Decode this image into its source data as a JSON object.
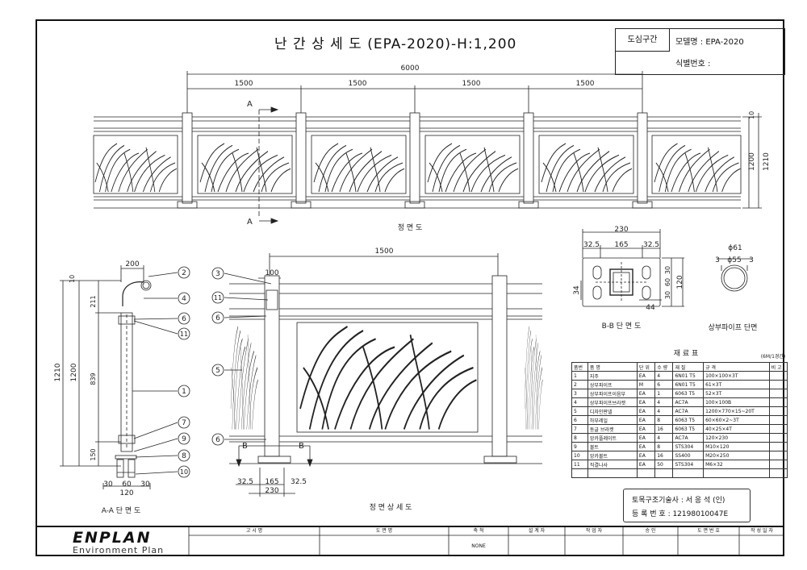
{
  "title": "난 간 상 세 도 (EPA-2020)-H:1,200",
  "info": {
    "section_label": "도심구간",
    "model": "모델명 : EPA-2020",
    "ident": "식별번호 :"
  },
  "front_view": {
    "total": "6000",
    "spans": [
      "1500",
      "1500",
      "1500",
      "1500"
    ],
    "height_top": "10",
    "height_1200": "1200",
    "height_1210": "1210",
    "cut_a": "A",
    "caption": "정 면 도"
  },
  "section_aa": {
    "dim_200": "200",
    "dim_10": "10",
    "dim_211": "211",
    "dim_839": "839",
    "dim_150": "150",
    "dim_1200": "1200",
    "dim_1210": "1210",
    "bottom": [
      "30",
      "60",
      "30"
    ],
    "bottom_total": "120",
    "caption": "A-A 단 면 도",
    "callouts": [
      "2",
      "4",
      "6",
      "11",
      "1",
      "7",
      "9",
      "8",
      "10"
    ]
  },
  "front_detail": {
    "dim_1500": "1500",
    "dim_100": "100",
    "callouts": [
      "3",
      "11",
      "6",
      "5",
      "6"
    ],
    "cut_b": "B",
    "bottom": [
      "32.5",
      "165",
      "32.5"
    ],
    "bottom_total": "230",
    "caption": "정 면 상 세 도"
  },
  "section_bb": {
    "top_total": "230",
    "top": [
      "32.5",
      "165",
      "32.5"
    ],
    "right": [
      "30",
      "60",
      "30"
    ],
    "right_total": "120",
    "left": "34",
    "bottom": "44",
    "caption": "B-B 단 면 도"
  },
  "pipe": {
    "outer": "ϕ61",
    "inner": "ϕ55",
    "wall_l": "3",
    "wall_r": "3",
    "caption": "상부파이프 단면"
  },
  "materials": {
    "title": "재 료 표",
    "unit_note": "(6M/1경간)",
    "headers": [
      "품번",
      "품 명",
      "단 위",
      "수 량",
      "재 질",
      "규 격",
      "비 고"
    ],
    "rows": [
      [
        "1",
        "지주",
        "EA",
        "4",
        "6N01 T5",
        "100×100×3T",
        ""
      ],
      [
        "2",
        "상부파이프",
        "M",
        "6",
        "6N01 T5",
        "61×3T",
        ""
      ],
      [
        "3",
        "상부파이프이음부",
        "EA",
        "1",
        "6063 T5",
        "52×3T",
        ""
      ],
      [
        "4",
        "상부파이프브라켓",
        "EA",
        "4",
        "AC7A",
        "100×100B",
        ""
      ],
      [
        "5",
        "디자인판넬",
        "EA",
        "4",
        "AC7A",
        "1200×770×15~20T",
        ""
      ],
      [
        "6",
        "하부레일",
        "EA",
        "8",
        "6063 T5",
        "60×60×2~3T",
        ""
      ],
      [
        "7",
        "동글 브라켓",
        "EA",
        "16",
        "6063 T5",
        "40×25×4T",
        ""
      ],
      [
        "8",
        "앙카플레이트",
        "EA",
        "4",
        "AC7A",
        "120×230",
        ""
      ],
      [
        "9",
        "볼트",
        "EA",
        "8",
        "STS304",
        "M10×120",
        ""
      ],
      [
        "10",
        "앙카볼트",
        "EA",
        "16",
        "SS400",
        "M20×250",
        ""
      ],
      [
        "11",
        "직결나사",
        "EA",
        "50",
        "STS304",
        "M6×32",
        ""
      ],
      [
        "",
        "",
        "",
        "",
        "",
        "",
        ""
      ]
    ]
  },
  "signature": {
    "engineer": "토목구조기술사 : 서 응 석 (인)",
    "reg": "등 록 번 호 : 12198010047E"
  },
  "logo": {
    "main": "ENPLAN",
    "sub": "Environment Plan"
  },
  "titleblock": {
    "headers": [
      "고 시 명",
      "도 면 명",
      "축 척",
      "설 계 자",
      "작 업 자",
      "승 인",
      "도 면 번 호",
      "작 성 일 자"
    ],
    "scale_value": "NONE"
  }
}
